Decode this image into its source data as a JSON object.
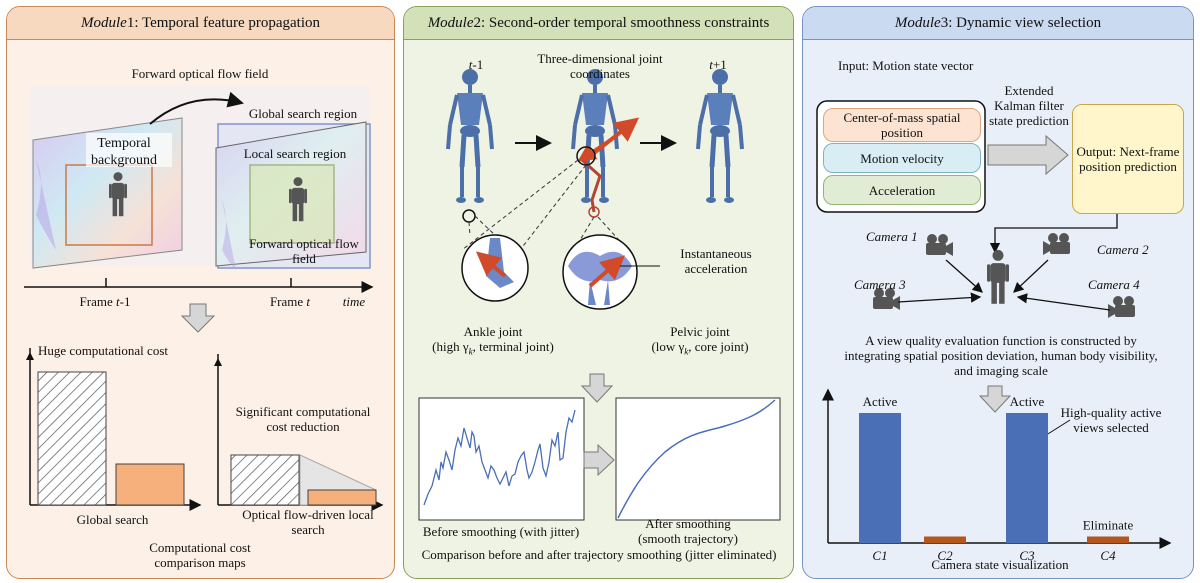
{
  "colors": {
    "m1_bg": "#fdf1e7",
    "m1_hdr": "#f6d9bf",
    "m1_border": "#c88a55",
    "m2_bg": "#eef3e4",
    "m2_hdr": "#d3e1b8",
    "m2_border": "#87a35a",
    "m3_bg": "#e9eff8",
    "m3_hdr": "#cadaf0",
    "m3_border": "#7494c4",
    "bar_blue": "#4a6fb7",
    "bar_orange": "#f5b07c",
    "bar_brown": "#b4571f",
    "skeleton": "#4c6fa8",
    "arrow_red": "#d14a2a"
  },
  "module1": {
    "title_italic": "Module",
    "title_num": " 1",
    ":title_rest": "",
    "title_rest": ": Temporal feature propagation",
    "fwd_flow_top": "Forward optical flow field",
    "global_search_region": "Global search region",
    "temporal_background": "Temporal background",
    "local_search_region": "Local search region",
    "fwd_flow_bottom": "Forward optical flow field",
    "frame_prev_pre": "Frame ",
    "frame_prev_var": "t",
    "frame_prev_suf": "-1",
    "frame_cur_pre": "Frame ",
    "frame_cur_var": "t",
    "time": "time",
    "huge_cost": "Huge computational cost",
    "global_search": "Global search",
    "significant_reduction": "Significant computational cost reduction",
    "optical_local_search": "Optical flow-driven local search",
    "comparison_maps": "Computational cost comparison maps"
  },
  "module2": {
    "title_italic": "Module",
    "title_num": " 2",
    "title_rest": ": Second-order temporal smoothness constraints",
    "t_minus_var": "t",
    "t_minus_suf": "-1",
    "three_dim": "Three-dimensional joint coordinates",
    "t_plus_var": "t",
    "t_plus_suf": "+1",
    "instantaneous": "Instantaneous acceleration",
    "ankle_1": "Ankle joint",
    "ankle_2": "(high γ",
    "ankle_sub": "k",
    "ankle_3": ", terminal joint)",
    "pelvic_1": "Pelvic joint",
    "pelvic_2": "(low γ",
    "pelvic_sub": "k",
    "pelvic_3": ", core joint)",
    "before_smoothing": "Before smoothing (with jitter)",
    "after_smoothing": "After smoothing (smooth trajectory)",
    "comparison": "Comparison before and after trajectory smoothing (jitter eliminated)"
  },
  "module3": {
    "title_italic": "Module",
    "title_num": " 3",
    "title_rest": ": Dynamic view selection",
    "input_label": "Input: Motion state vector",
    "com_position": "Center-of-mass spatial position",
    "motion_velocity": "Motion velocity",
    "acceleration": "Acceleration",
    "ekf": "Extended Kalman filter state prediction",
    "output": "Output: Next-frame position prediction",
    "camera1": "Camera 1",
    "camera2": "Camera 2",
    "camera3": "Camera 3",
    "camera4": "Camera 4",
    "evaluation": "A view quality evaluation function is constructed by integrating spatial position deviation, human body visibility, and imaging scale",
    "active_1": "Active",
    "active_2": "Active",
    "high_quality": "High-quality active views selected",
    "eliminate": "Eliminate",
    "camera_state": "Camera state visualization"
  },
  "chart_data": {
    "type": "bar",
    "title": "",
    "xlabel": "Camera state visualization",
    "ylabel": "",
    "categories": [
      "C1",
      "C2",
      "C3",
      "C4"
    ],
    "values": [
      1.0,
      0.05,
      1.0,
      0.05
    ],
    "ylim": [
      0,
      1.2
    ],
    "annotations": [
      "Active",
      "Active",
      "Eliminate"
    ]
  }
}
